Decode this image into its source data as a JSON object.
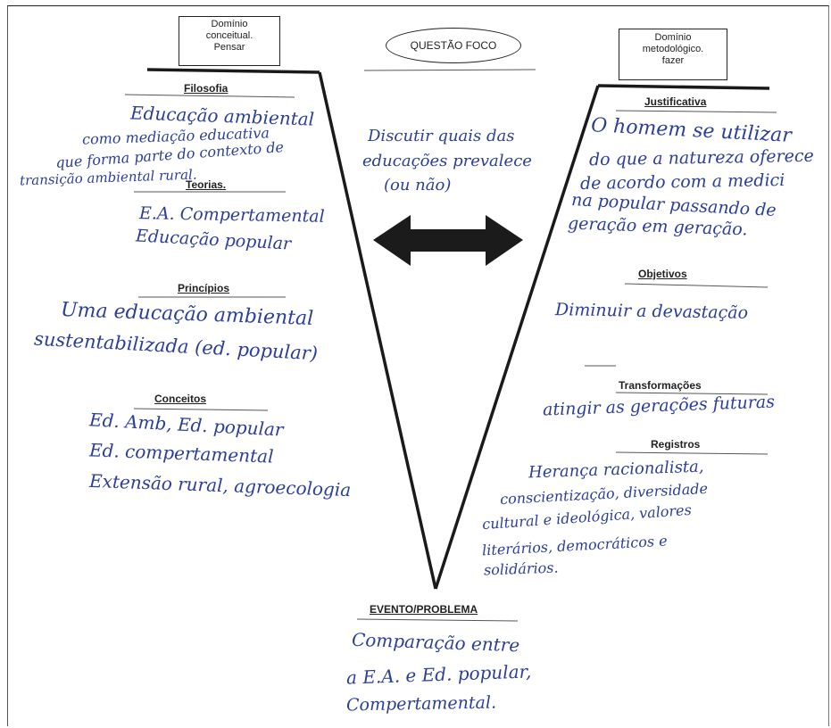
{
  "left_domain": {
    "title": "Domínio conceitual. Pensar",
    "line1": "Domínio",
    "line2": "conceitual.",
    "line3": "Pensar"
  },
  "right_domain": {
    "line1": "Domínio",
    "line2": "metodológico.",
    "line3": "fazer"
  },
  "focus": {
    "label": "QUESTÃO FOCO",
    "answer": [
      "Discutir quais das",
      "educações prevalece",
      "(ou não)"
    ]
  },
  "left": {
    "filosofia": {
      "heading": "Filosofia",
      "text": [
        "Educação ambiental",
        "como mediação educativa",
        "que forma parte do contexto de",
        "transição ambiental rural."
      ]
    },
    "teorias": {
      "heading": "Teorias.",
      "text": [
        "E.A. Compertamental",
        "Educação popular"
      ]
    },
    "principios": {
      "heading": "Princípios",
      "text": [
        "Uma educação ambiental",
        "sustentabilizada (ed. popular)"
      ]
    },
    "conceitos": {
      "heading": "Conceitos",
      "text": [
        "Ed. Amb, Ed. popular",
        "Ed. compertamental",
        "Extensão rural, agroecologia"
      ]
    }
  },
  "right": {
    "justificativa": {
      "heading": "Justificativa",
      "text": [
        "O homem se utilizar",
        "do que a natureza oferece",
        "de acordo com a medici",
        "na popular passando de",
        "geração em geração."
      ]
    },
    "objetivos": {
      "heading": "Objetivos",
      "text": [
        "Diminuir a devastação"
      ]
    },
    "transformacoes": {
      "heading": "Transformações",
      "text": [
        "atingir as gerações futuras"
      ]
    },
    "registros": {
      "heading": "Registros",
      "text": [
        "Herança racionalista,",
        "conscientização, diversidade",
        "cultural e ideológica, valores",
        "literários, democráticos e",
        "solidários."
      ]
    }
  },
  "bottom": {
    "heading": "EVENTO/PROBLEMA",
    "text": [
      "Comparação entre",
      "a E.A. e Ed. popular,",
      "Compertamental."
    ]
  },
  "colors": {
    "ink": "#2b3f9a",
    "print": "#222222"
  }
}
